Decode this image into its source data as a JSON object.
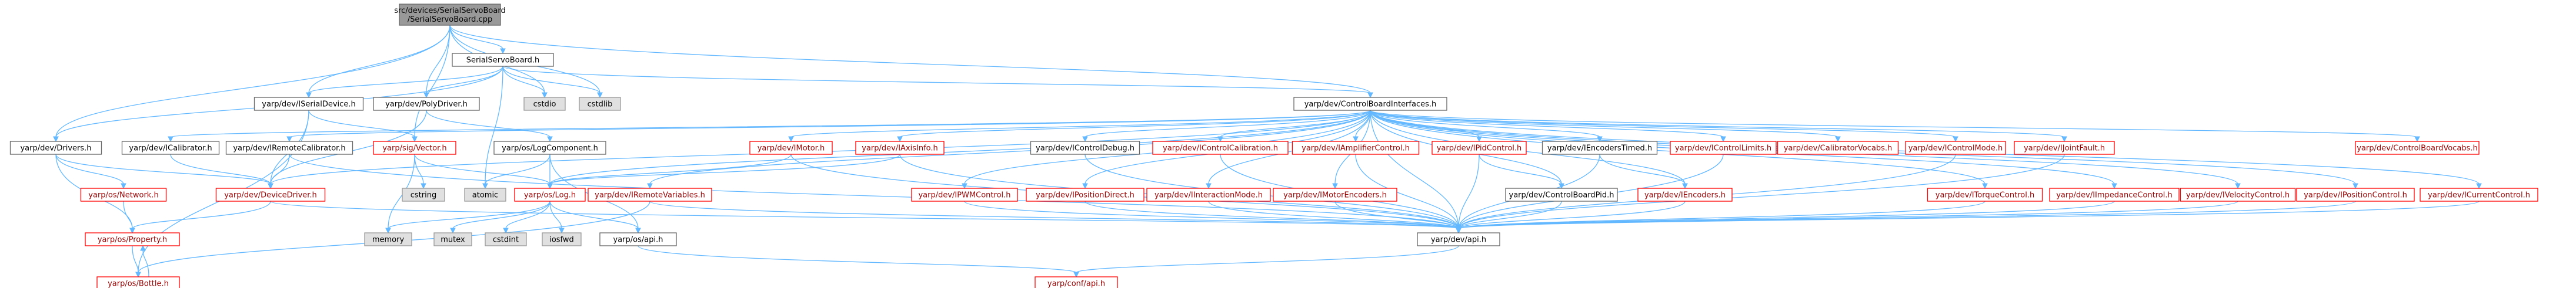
{
  "graph": {
    "colors": {
      "edge": "#63b8ff",
      "root_fill": "#999999",
      "root_stroke": "#666666",
      "normal_fill": "#ffffff",
      "normal_stroke": "#666666",
      "normal_text": "#000000",
      "red_stroke": "#ff0000",
      "red_text": "#9a0000",
      "ext_fill": "#e0e0e0",
      "ext_stroke": "#999999"
    },
    "nodes": [
      {
        "id": "root",
        "kind": "root",
        "lines": [
          "src/devices/SerialServoBoard",
          "/SerialServoBoard.cpp"
        ]
      },
      {
        "id": "ssb",
        "kind": "normal",
        "lines": [
          "SerialServoBoard.h"
        ]
      },
      {
        "id": "cbi",
        "kind": "normal",
        "lines": [
          "yarp/dev/ControlBoardInterfaces.h"
        ]
      },
      {
        "id": "iserial",
        "kind": "normal",
        "lines": [
          "yarp/dev/ISerialDevice.h"
        ]
      },
      {
        "id": "polydrv",
        "kind": "normal",
        "lines": [
          "yarp/dev/PolyDriver.h"
        ]
      },
      {
        "id": "cstdio",
        "kind": "ext",
        "lines": [
          "cstdio"
        ]
      },
      {
        "id": "cstdlib",
        "kind": "ext",
        "lines": [
          "cstdlib"
        ]
      },
      {
        "id": "drivers",
        "kind": "normal",
        "lines": [
          "yarp/dev/Drivers.h"
        ]
      },
      {
        "id": "icalib",
        "kind": "normal",
        "lines": [
          "yarp/dev/ICalibrator.h"
        ]
      },
      {
        "id": "iremcal",
        "kind": "normal",
        "lines": [
          "yarp/dev/IRemoteCalibrator.h"
        ]
      },
      {
        "id": "sigvec",
        "kind": "red",
        "lines": [
          "yarp/sig/Vector.h"
        ]
      },
      {
        "id": "logcomp",
        "kind": "normal",
        "lines": [
          "yarp/os/LogComponent.h"
        ]
      },
      {
        "id": "imotor",
        "kind": "red",
        "lines": [
          "yarp/dev/IMotor.h"
        ]
      },
      {
        "id": "iaxis",
        "kind": "red",
        "lines": [
          "yarp/dev/IAxisInfo.h"
        ]
      },
      {
        "id": "icdebug",
        "kind": "normal",
        "lines": [
          "yarp/dev/IControlDebug.h"
        ]
      },
      {
        "id": "iccalib",
        "kind": "red",
        "lines": [
          "yarp/dev/IControlCalibration.h"
        ]
      },
      {
        "id": "iampl",
        "kind": "red",
        "lines": [
          "yarp/dev/IAmplifierControl.h"
        ]
      },
      {
        "id": "ipid",
        "kind": "red",
        "lines": [
          "yarp/dev/IPidControl.h"
        ]
      },
      {
        "id": "ienctimed",
        "kind": "normal",
        "lines": [
          "yarp/dev/IEncodersTimed.h"
        ]
      },
      {
        "id": "iclimits",
        "kind": "red",
        "lines": [
          "yarp/dev/IControlLimits.h"
        ]
      },
      {
        "id": "calvocabs",
        "kind": "red",
        "lines": [
          "yarp/dev/CalibratorVocabs.h"
        ]
      },
      {
        "id": "icmode",
        "kind": "red",
        "lines": [
          "yarp/dev/IControlMode.h"
        ]
      },
      {
        "id": "ijfault",
        "kind": "red",
        "lines": [
          "yarp/dev/IJointFault.h"
        ]
      },
      {
        "id": "cbvocabs",
        "kind": "red",
        "lines": [
          "yarp/dev/ControlBoardVocabs.h"
        ]
      },
      {
        "id": "network",
        "kind": "red",
        "lines": [
          "yarp/os/Network.h"
        ]
      },
      {
        "id": "devdrv",
        "kind": "red",
        "lines": [
          "yarp/dev/DeviceDriver.h"
        ]
      },
      {
        "id": "cstring",
        "kind": "ext",
        "lines": [
          "cstring"
        ]
      },
      {
        "id": "atomic",
        "kind": "ext",
        "lines": [
          "atomic"
        ]
      },
      {
        "id": "oslog",
        "kind": "red",
        "lines": [
          "yarp/os/Log.h"
        ]
      },
      {
        "id": "iremvar",
        "kind": "red",
        "lines": [
          "yarp/dev/IRemoteVariables.h"
        ]
      },
      {
        "id": "ipwm",
        "kind": "red",
        "lines": [
          "yarp/dev/IPWMControl.h"
        ]
      },
      {
        "id": "iposdirect",
        "kind": "red",
        "lines": [
          "yarp/dev/IPositionDirect.h"
        ]
      },
      {
        "id": "iintmode",
        "kind": "red",
        "lines": [
          "yarp/dev/IInteractionMode.h"
        ]
      },
      {
        "id": "imotenc",
        "kind": "red",
        "lines": [
          "yarp/dev/IMotorEncoders.h"
        ]
      },
      {
        "id": "cbpid",
        "kind": "normal",
        "lines": [
          "yarp/dev/ControlBoardPid.h"
        ]
      },
      {
        "id": "iencoders",
        "kind": "red",
        "lines": [
          "yarp/dev/IEncoders.h"
        ]
      },
      {
        "id": "itorque",
        "kind": "red",
        "lines": [
          "yarp/dev/ITorqueControl.h"
        ]
      },
      {
        "id": "iimped",
        "kind": "red",
        "lines": [
          "yarp/dev/IImpedanceControl.h"
        ]
      },
      {
        "id": "ivel",
        "kind": "red",
        "lines": [
          "yarp/dev/IVelocityControl.h"
        ]
      },
      {
        "id": "ipos",
        "kind": "red",
        "lines": [
          "yarp/dev/IPositionControl.h"
        ]
      },
      {
        "id": "icurrent",
        "kind": "red",
        "lines": [
          "yarp/dev/ICurrentControl.h"
        ]
      },
      {
        "id": "property",
        "kind": "red",
        "lines": [
          "yarp/os/Property.h"
        ]
      },
      {
        "id": "memory",
        "kind": "ext",
        "lines": [
          "memory"
        ]
      },
      {
        "id": "mutex",
        "kind": "ext",
        "lines": [
          "mutex"
        ]
      },
      {
        "id": "cstdint",
        "kind": "ext",
        "lines": [
          "cstdint"
        ]
      },
      {
        "id": "iosfwd",
        "kind": "ext",
        "lines": [
          "iosfwd"
        ]
      },
      {
        "id": "osapi",
        "kind": "normal",
        "lines": [
          "yarp/os/api.h"
        ]
      },
      {
        "id": "devapi",
        "kind": "normal",
        "lines": [
          "yarp/dev/api.h"
        ]
      },
      {
        "id": "bottle",
        "kind": "red",
        "lines": [
          "yarp/os/Bottle.h"
        ]
      },
      {
        "id": "confapi",
        "kind": "red",
        "lines": [
          "yarp/conf/api.h"
        ]
      }
    ],
    "edges": [
      [
        "root",
        "ssb"
      ],
      [
        "root",
        "cbi"
      ],
      [
        "root",
        "iserial"
      ],
      [
        "root",
        "polydrv"
      ],
      [
        "root",
        "cstdio"
      ],
      [
        "root",
        "cstdlib"
      ],
      [
        "root",
        "drivers"
      ],
      [
        "root",
        "sigvec"
      ],
      [
        "ssb",
        "cbi"
      ],
      [
        "ssb",
        "iserial"
      ],
      [
        "ssb",
        "polydrv"
      ],
      [
        "ssb",
        "cstdio"
      ],
      [
        "ssb",
        "cstdlib"
      ],
      [
        "ssb",
        "atomic"
      ],
      [
        "ssb",
        "drivers"
      ],
      [
        "cbi",
        "icalib"
      ],
      [
        "cbi",
        "iremcal"
      ],
      [
        "cbi",
        "devdrv"
      ],
      [
        "cbi",
        "imotor"
      ],
      [
        "cbi",
        "iaxis"
      ],
      [
        "cbi",
        "icdebug"
      ],
      [
        "cbi",
        "iccalib"
      ],
      [
        "cbi",
        "iampl"
      ],
      [
        "cbi",
        "ipid"
      ],
      [
        "cbi",
        "ienctimed"
      ],
      [
        "cbi",
        "iclimits"
      ],
      [
        "cbi",
        "calvocabs"
      ],
      [
        "cbi",
        "icmode"
      ],
      [
        "cbi",
        "ijfault"
      ],
      [
        "cbi",
        "cbvocabs"
      ],
      [
        "cbi",
        "iremvar"
      ],
      [
        "cbi",
        "ipwm"
      ],
      [
        "cbi",
        "iposdirect"
      ],
      [
        "cbi",
        "iintmode"
      ],
      [
        "cbi",
        "imotenc"
      ],
      [
        "cbi",
        "cbpid"
      ],
      [
        "cbi",
        "iencoders"
      ],
      [
        "cbi",
        "itorque"
      ],
      [
        "cbi",
        "iimped"
      ],
      [
        "cbi",
        "ivel"
      ],
      [
        "cbi",
        "ipos"
      ],
      [
        "cbi",
        "icurrent"
      ],
      [
        "cbi",
        "devapi"
      ],
      [
        "cbi",
        "oslog"
      ],
      [
        "iserial",
        "devdrv"
      ],
      [
        "iserial",
        "sigvec"
      ],
      [
        "iserial",
        "bottle"
      ],
      [
        "polydrv",
        "devdrv"
      ],
      [
        "polydrv",
        "logcomp"
      ],
      [
        "drivers",
        "network"
      ],
      [
        "drivers",
        "devdrv"
      ],
      [
        "drivers",
        "property"
      ],
      [
        "icalib",
        "devdrv"
      ],
      [
        "iremcal",
        "devdrv"
      ],
      [
        "iremcal",
        "devapi"
      ],
      [
        "sigvec",
        "cstring"
      ],
      [
        "sigvec",
        "memory"
      ],
      [
        "sigvec",
        "oslog"
      ],
      [
        "logcomp",
        "atomic"
      ],
      [
        "logcomp",
        "oslog"
      ],
      [
        "logcomp",
        "osapi"
      ],
      [
        "imotor",
        "oslog"
      ],
      [
        "imotor",
        "devapi"
      ],
      [
        "iaxis",
        "oslog"
      ],
      [
        "iaxis",
        "devapi"
      ],
      [
        "icdebug",
        "devapi"
      ],
      [
        "iccalib",
        "devapi"
      ],
      [
        "iampl",
        "devapi"
      ],
      [
        "ipid",
        "cbpid"
      ],
      [
        "ipid",
        "devapi"
      ],
      [
        "ienctimed",
        "iencoders"
      ],
      [
        "ienctimed",
        "devapi"
      ],
      [
        "iclimits",
        "devapi"
      ],
      [
        "icmode",
        "devapi"
      ],
      [
        "ijfault",
        "devapi"
      ],
      [
        "network",
        "property"
      ],
      [
        "devdrv",
        "property"
      ],
      [
        "devdrv",
        "devapi"
      ],
      [
        "oslog",
        "memory"
      ],
      [
        "oslog",
        "mutex"
      ],
      [
        "oslog",
        "cstdint"
      ],
      [
        "oslog",
        "iosfwd"
      ],
      [
        "oslog",
        "osapi"
      ],
      [
        "iremvar",
        "bottle"
      ],
      [
        "iremvar",
        "devapi"
      ],
      [
        "ipwm",
        "devapi"
      ],
      [
        "iposdirect",
        "devapi"
      ],
      [
        "iintmode",
        "devapi"
      ],
      [
        "imotenc",
        "devapi"
      ],
      [
        "cbpid",
        "devapi"
      ],
      [
        "iencoders",
        "devapi"
      ],
      [
        "itorque",
        "devapi"
      ],
      [
        "iimped",
        "devapi"
      ],
      [
        "ivel",
        "devapi"
      ],
      [
        "ipos",
        "devapi"
      ],
      [
        "icurrent",
        "devapi"
      ],
      [
        "property",
        "bottle"
      ],
      [
        "bottle",
        "property"
      ],
      [
        "osapi",
        "confapi"
      ],
      [
        "devapi",
        "confapi"
      ]
    ]
  }
}
